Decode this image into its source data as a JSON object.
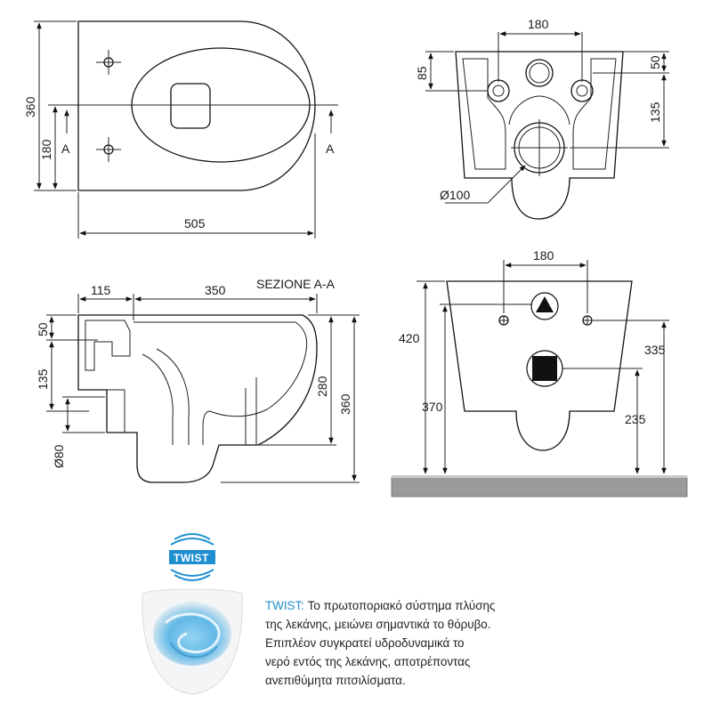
{
  "top_view": {
    "height_label": "360",
    "half_height_label": "180",
    "width_label": "505",
    "section_mark_left": "A",
    "section_mark_right": "A"
  },
  "rear_view": {
    "bolt_spacing_label": "180",
    "height_85_label": "85",
    "height_50_label": "50",
    "height_135_label": "135",
    "diameter_label": "Ø100"
  },
  "section_view": {
    "title": "SEZIONE A-A",
    "depth_115_label": "115",
    "depth_350_label": "350",
    "height_50_label": "50",
    "height_135_label": "135",
    "diameter_label": "Ø80",
    "height_280_label": "280",
    "height_360_label": "360"
  },
  "wall_view": {
    "bolt_spacing_label": "180",
    "height_420_label": "420",
    "height_370_label": "370",
    "height_335_label": "335",
    "height_235_label": "235"
  },
  "logo": {
    "text": "TWIST",
    "accent_color": "#1f8fd0"
  },
  "description": {
    "title": "TWIST:",
    "lines": [
      " Το πρωτοποριακό σύστημα πλύσης",
      "της λεκάνης, μειώνει σημαντικά το θόρυβο.",
      "Επιπλέον συγκρατεί υδροδυναμικά το",
      "νερό εντός της λεκάνης, αποτρέποντας",
      "ανεπιθύμητα πιτσιλίσματα."
    ]
  }
}
